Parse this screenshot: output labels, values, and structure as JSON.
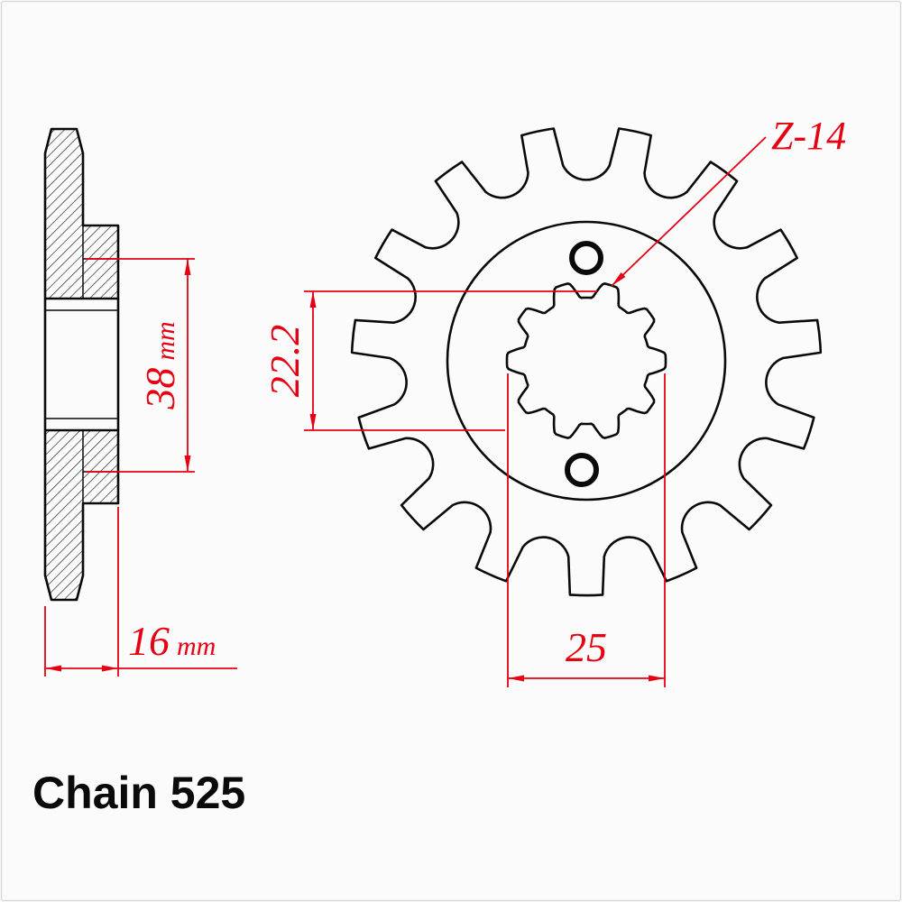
{
  "colors": {
    "ink": "#0a0a0a",
    "dimension": "#e60012",
    "background": "#fbfbfb",
    "border": "#d8d8d8"
  },
  "title_label": {
    "text": "Chain 525"
  },
  "callout": {
    "teeth_label": "Z-14"
  },
  "dimensions": {
    "hub_length": {
      "value": "38",
      "unit": "mm"
    },
    "overall_width": {
      "value": "16",
      "unit": "mm"
    },
    "spline_minor_diameter": {
      "value": "22.2"
    },
    "spline_major_diameter": {
      "value": "25"
    }
  }
}
